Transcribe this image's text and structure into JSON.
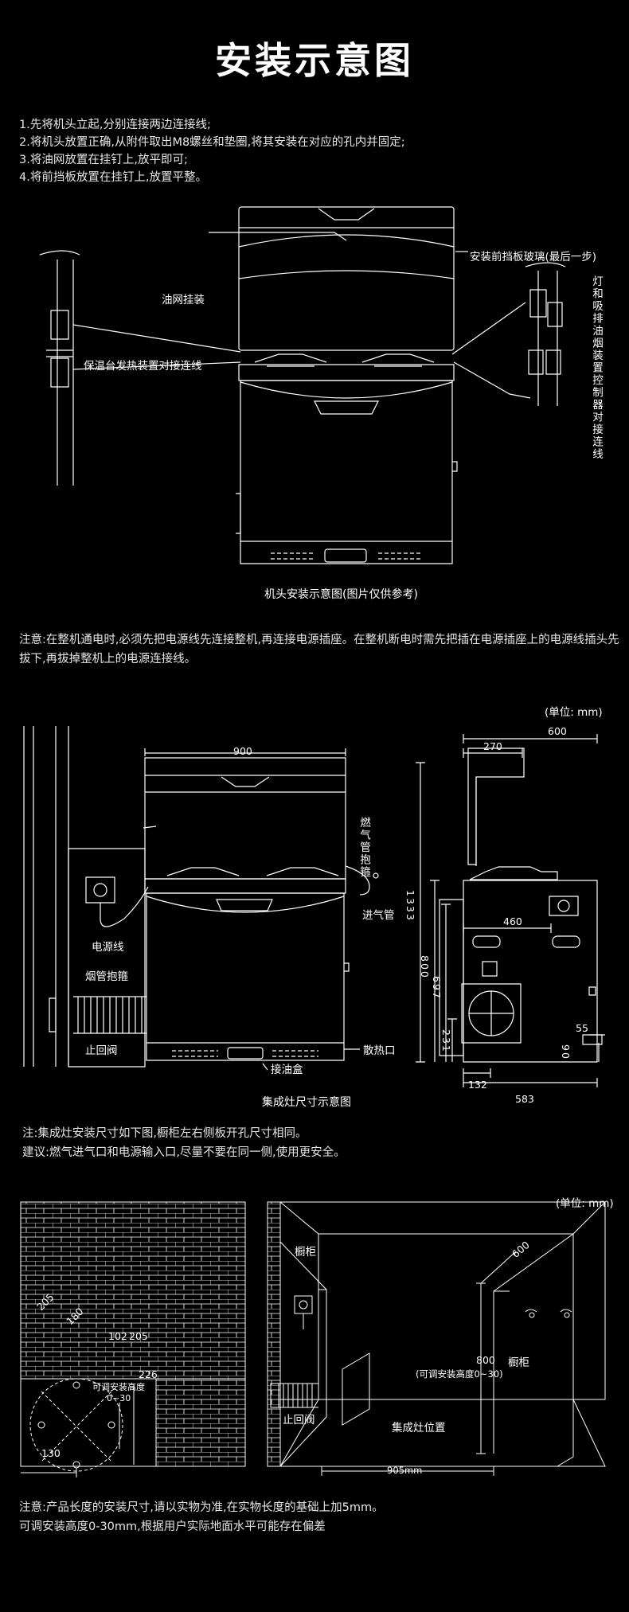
{
  "title": "安装示意图",
  "steps": [
    "1.先将机头立起,分别连接两边连接线;",
    "2.将机头放置正确,从附件取出M8螺丝和垫圈,将其安装在对应的孔内并固定;",
    "3.将油网放置在挂钉上,放平即可;",
    "4.将前挡板放置在挂钉上,放置平整。"
  ],
  "diagram1": {
    "oil_net_hanger": "油网挂装",
    "insulation_connect": "保温台发热装置对接连线",
    "front_glass": "安装前挡板玻璃(最后一步)",
    "light_controller": "灯和吸排油烟装置控制器对接连线",
    "caption": "机头安装示意图(图片仅供参考)"
  },
  "note1": "注意:在整机通电时,必须先把电源线先连接整机,再连接电源插座。在整机断电时需先把插在电源插座上的电源线插头先拔下,再拔掉整机上的电源连接线。",
  "diagram2": {
    "unit": "(单位: mm)",
    "width_900": "900",
    "gas_clamp": "燃气管抱箍",
    "gas_inlet": "进气管",
    "power_cord": "电源线",
    "pipe_clamp": "烟管抱箍",
    "check_valve": "止回阀",
    "vent": "散热口",
    "oil_box": "接油盒",
    "caption": "集成灶尺寸示意图",
    "d600": "600",
    "d270": "270",
    "d460": "460",
    "d1333": "1333",
    "d800": "800",
    "d697": "697",
    "d231": "231",
    "d55": "55",
    "d90": "90",
    "d132": "132",
    "d583": "583"
  },
  "note2": [
    "注:集成灶安装尺寸如下图,橱柜左右侧板开孔尺寸相同。",
    "建议:燃气进气口和电源输入口,尽量不要在同一侧,使用更安全。"
  ],
  "diagram3": {
    "unit": "(单位: mm)",
    "d205a": "205",
    "d180": "180",
    "d102": "102",
    "d205b": "205",
    "d226": "226",
    "adj_height": "可调安装高度",
    "adj_range": "0~30",
    "d130": "130",
    "cabinet_left": "橱柜",
    "cabinet_right": "橱柜",
    "d600": "600",
    "d800": "800",
    "adj_height_long": "(可调安装高度0~30)",
    "check_valve": "止回阀",
    "stove_position": "集成灶位置",
    "d905": "905mm"
  },
  "note3": [
    "注意:产品长度的安装尺寸,请以实物为准,在实物长度的基础上加5mm。",
    "可调安装高度0-30mm,根据用户实际地面水平可能存在偏差"
  ]
}
